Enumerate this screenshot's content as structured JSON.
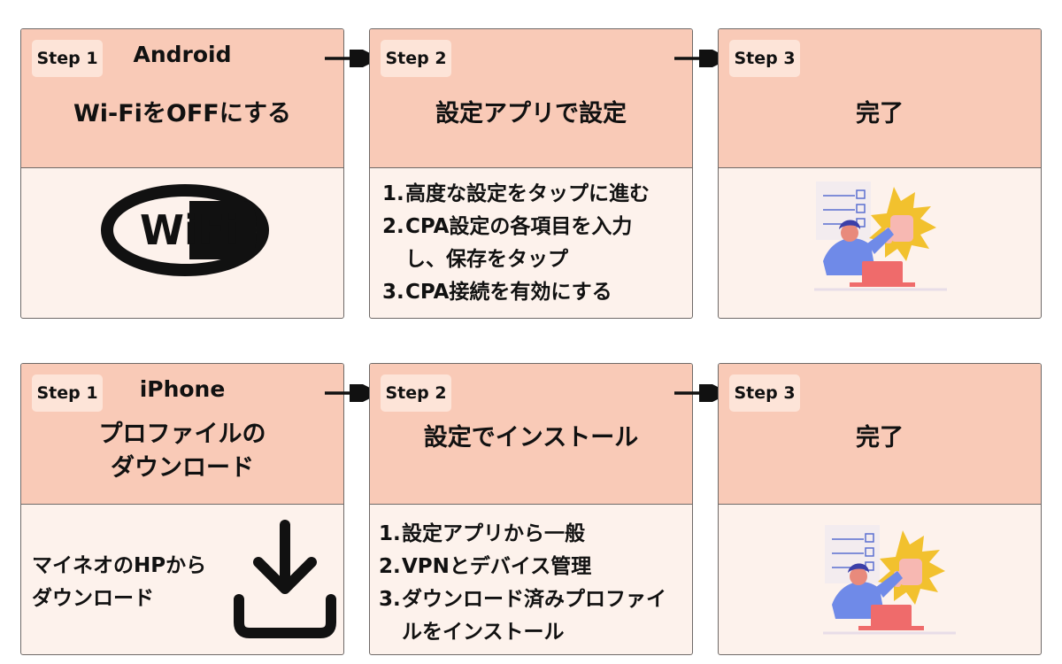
{
  "colors": {
    "header": "#f9cab7",
    "body": "#fdf2ec",
    "badge": "#fde4d8",
    "border": "#6f6a68"
  },
  "android": {
    "platform": "Android",
    "step1": {
      "label": "Step 1",
      "title": "Wi-FiをOFFにする",
      "logo_text": "WiFi"
    },
    "step2": {
      "label": "Step 2",
      "title": "設定アプリで設定",
      "items": [
        {
          "num": "1.",
          "text": "高度な設定をタップに進む"
        },
        {
          "num": "2.",
          "text": "CPA設定の各項目を入力し、保存をタップ"
        },
        {
          "num": "3.",
          "text": "CPA接続を有効にする"
        }
      ]
    },
    "step3": {
      "label": "Step 3",
      "title": "完了",
      "illustration": "thumbs-up-checklist-icon"
    }
  },
  "iphone": {
    "platform": "iPhone",
    "step1": {
      "label": "Step 1",
      "title_lines": [
        "プロファイルの",
        "ダウンロード"
      ],
      "note_lines": [
        "マイネオのHPから",
        "ダウンロード"
      ],
      "icon": "download-icon"
    },
    "step2": {
      "label": "Step 2",
      "title": "設定でインストール",
      "items": [
        {
          "num": "1.",
          "text": "設定アプリから一般"
        },
        {
          "num": "2.",
          "text": "VPNとデバイス管理"
        },
        {
          "num": "3.",
          "text": "ダウンロード済みプロファイルをインストール"
        }
      ]
    },
    "step3": {
      "label": "Step 3",
      "title": "完了",
      "illustration": "thumbs-up-checklist-icon"
    }
  }
}
